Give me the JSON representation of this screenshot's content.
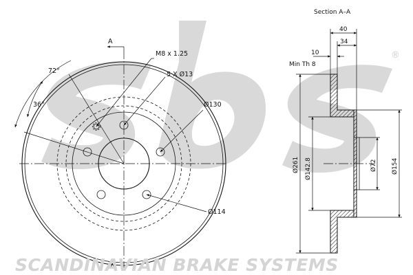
{
  "section_title": "Section A–A",
  "cut_marker": "A",
  "front_view": {
    "angle_72": "72°",
    "angle_36": "36°",
    "thread": "M8 x 1.25",
    "bolt_holes": "5 X Ø13",
    "pcd_130": "Ø130",
    "pcd_114": "Ø114"
  },
  "section_view": {
    "overall_thickness": "40",
    "hat_height": "34",
    "disc_thickness": "10",
    "min_thickness": "Min Th 8",
    "outer_diameter": "Ø261",
    "friction_inner_diameter": "Ø142.8",
    "center_bore": "Ø72",
    "hat_diameter": "Ø154"
  },
  "brand": {
    "watermark_text": "sbs",
    "registered_mark": "®",
    "footer": "SCANDINAVIAN BRAKE SYSTEMS"
  },
  "colors": {
    "line": "#111111",
    "watermark": "#d9d9d9"
  }
}
